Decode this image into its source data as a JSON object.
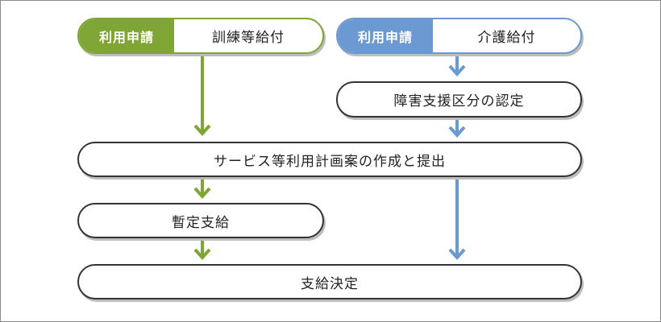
{
  "application_training": {
    "tag": "利用申請",
    "label": "訓練等給付"
  },
  "application_care": {
    "tag": "利用申請",
    "label": "介護給付"
  },
  "disability_support_certification": "障害支援区分の認定",
  "service_plan": "サービス等利用計画案の作成と提出",
  "provisional_payment": "暫定支給",
  "payment_decision": "支給決定",
  "colors": {
    "green": "#7fa534",
    "blue": "#6b9ad3",
    "outline": "#333333",
    "shadow": "#bdbdbd"
  }
}
